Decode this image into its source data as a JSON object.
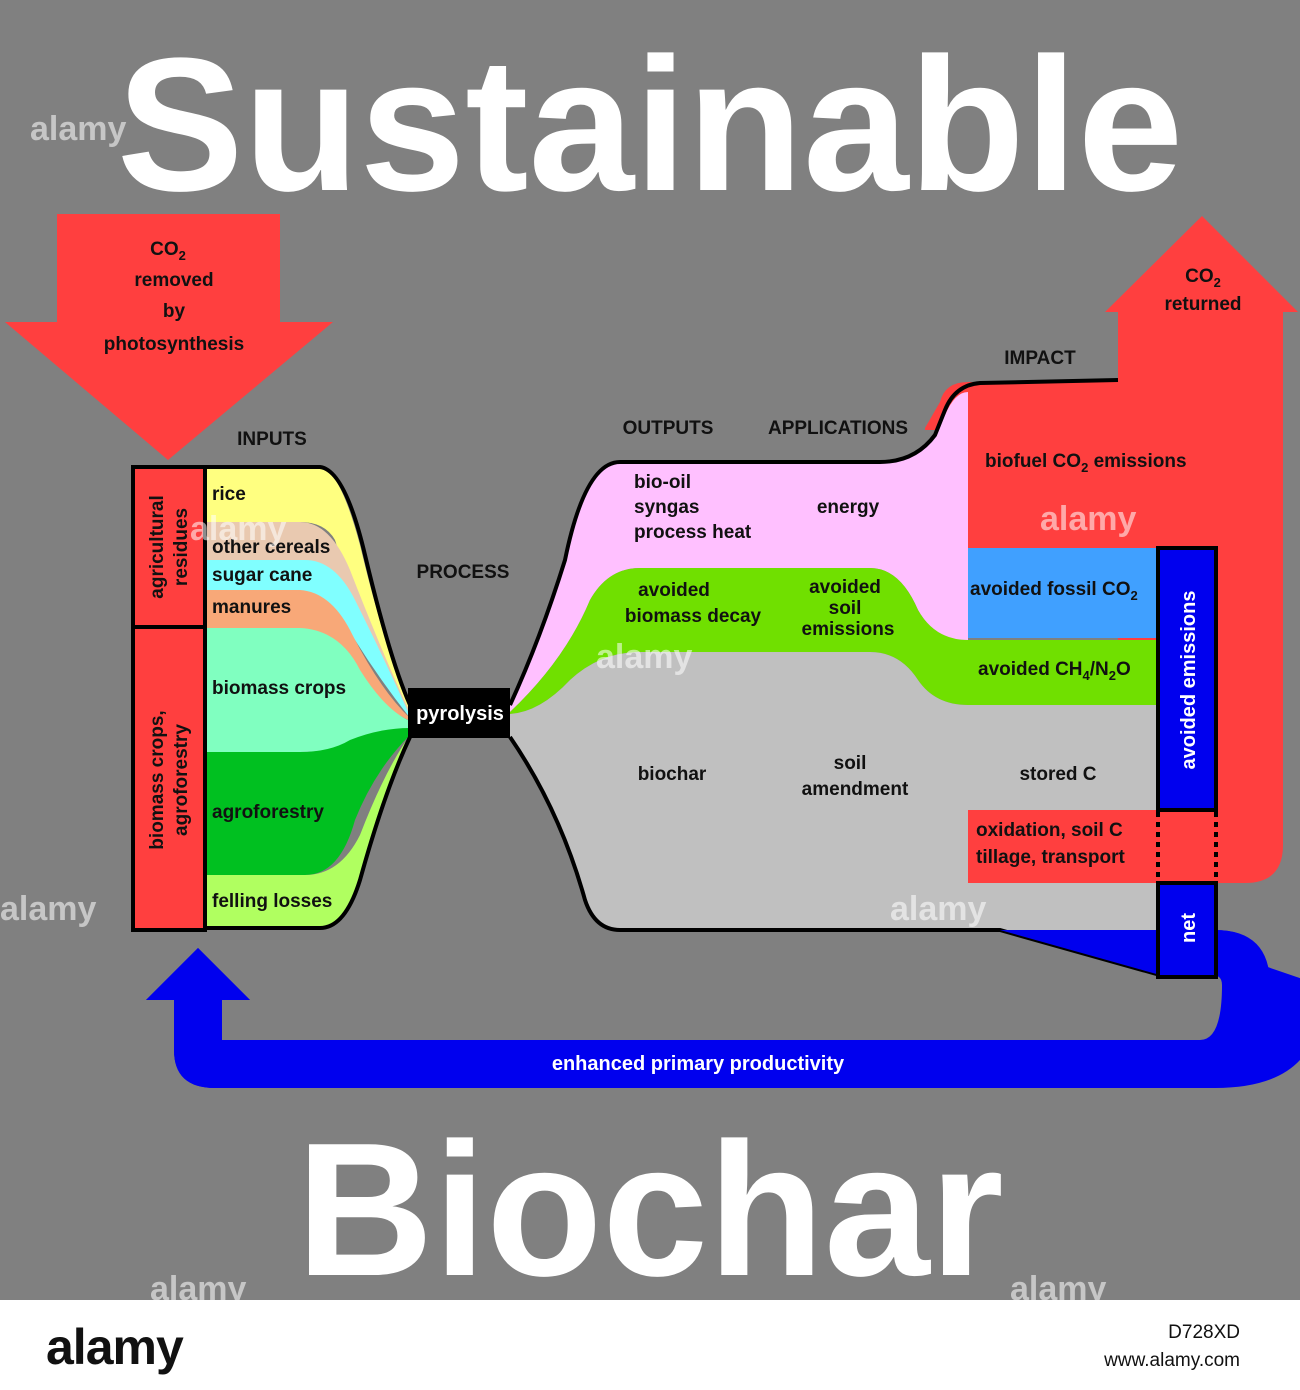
{
  "title_top": "Sustainable",
  "title_bottom": "Biochar",
  "headers": {
    "inputs": "INPUTS",
    "process": "PROCESS",
    "outputs": "OUTPUTS",
    "applications": "APPLICATIONS",
    "impact": "IMPACT"
  },
  "co2_removed": {
    "line1": "CO",
    "sub": "2",
    "line2": "removed",
    "line3": "by",
    "line4": "photosynthesis"
  },
  "co2_returned": {
    "line1": "CO",
    "sub": "2",
    "line2": "returned"
  },
  "sources": {
    "agricultural": "agricultural residues",
    "agricultural_l1": "agricultural",
    "agricultural_l2": "residues",
    "biomass_l1": "biomass crops,",
    "biomass_l2": "agroforestry"
  },
  "inputs": {
    "rice": "rice",
    "other_cereals": "other cereals",
    "sugar_cane": "sugar cane",
    "manures": "manures",
    "biomass_crops": "biomass crops",
    "agroforestry": "agroforestry",
    "felling_losses": "felling losses"
  },
  "process": {
    "pyrolysis": "pyrolysis"
  },
  "outputs": {
    "bio_oil": "bio-oil",
    "syngas": "syngas",
    "process_heat": "process heat",
    "avoided_decay_l1": "avoided",
    "avoided_decay_l2": "biomass decay",
    "biochar": "biochar"
  },
  "applications": {
    "energy": "energy",
    "avoided_soil_l1": "avoided",
    "avoided_soil_l2": "soil",
    "avoided_soil_l3": "emissions",
    "soil_l1": "soil",
    "soil_l2": "amendment"
  },
  "impact": {
    "biofuel_pre": "biofuel CO",
    "biofuel_sub": "2",
    "biofuel_post": " emissions",
    "fossil_pre": "avoided fossil CO",
    "fossil_sub": "2",
    "ch4_a": "avoided CH",
    "ch4_sub1": "4",
    "ch4_b": "/N",
    "ch4_sub2": "2",
    "ch4_c": "O",
    "stored": "stored C",
    "oxidation_l1": "oxidation, soil C",
    "oxidation_l2": "tillage, transport",
    "avoided_emissions": "avoided emissions",
    "net": "net"
  },
  "feedback": "enhanced primary productivity",
  "watermark": "alamy",
  "footer": {
    "logo": "alamy",
    "code": "D728XD",
    "url": "www.alamy.com"
  },
  "colors": {
    "background": "#808080",
    "co2_red": "#ff3f3f",
    "net_blue": "#0000ee",
    "rice_yellow": "#ffff80",
    "cereals_beige": "#e9c9b0",
    "sugarcane_cyan": "#80ffff",
    "manures_orange": "#f8a878",
    "biomass_mint": "#80ffc0",
    "agroforestry_green": "#00c020",
    "felling_lime": "#b0ff60",
    "energy_pink": "#ffc0ff",
    "decay_green": "#70e000",
    "biochar_gray": "#c0c0c0",
    "fossil_blue": "#40a0ff"
  }
}
